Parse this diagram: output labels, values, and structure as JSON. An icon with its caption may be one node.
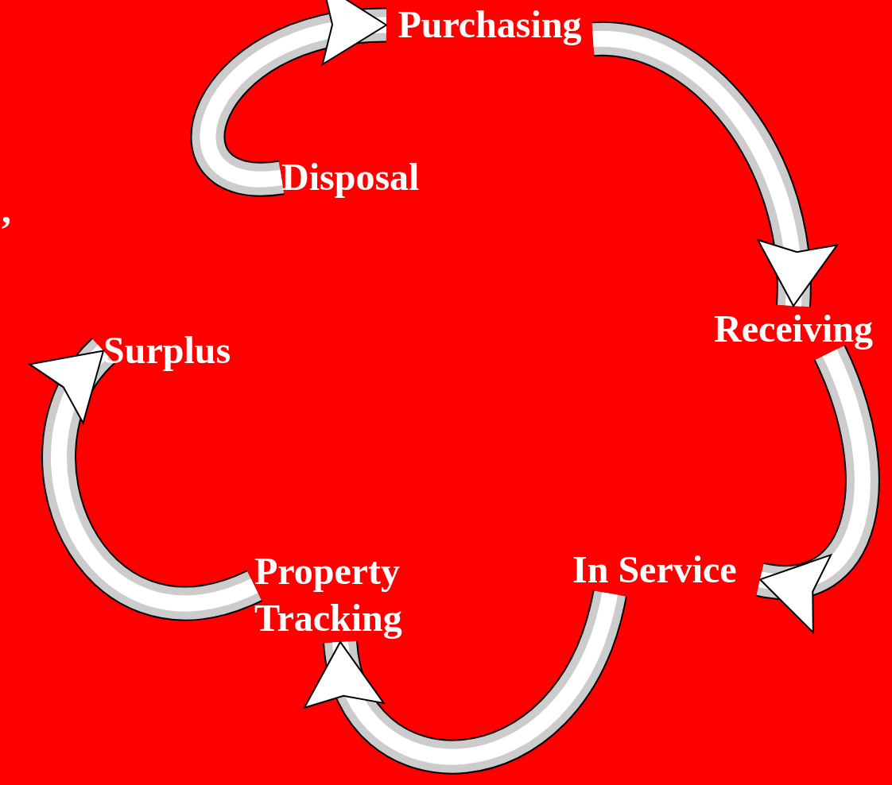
{
  "diagram": {
    "nodes": [
      {
        "text": [
          "Purchasing"
        ]
      },
      {
        "text": [
          "Receiving"
        ]
      },
      {
        "text": [
          "In Service"
        ]
      },
      {
        "text": [
          "Property Tracking"
        ]
      },
      {
        "text": [
          "Surplus"
        ]
      },
      {
        "text": [
          "Disposal"
        ]
      }
    ],
    "edges": [
      {
        "from": 0,
        "to": 1,
        "arrow": "to"
      },
      {
        "from": 1,
        "to": 2,
        "arrow": "to"
      },
      {
        "from": 2,
        "to": 3,
        "arrow": "to"
      },
      {
        "from": 3,
        "to": 4,
        "arrow": "to"
      },
      {
        "from": 5,
        "to": 0,
        "arrow": "to"
      }
    ],
    "labels": [
      ","
    ]
  }
}
